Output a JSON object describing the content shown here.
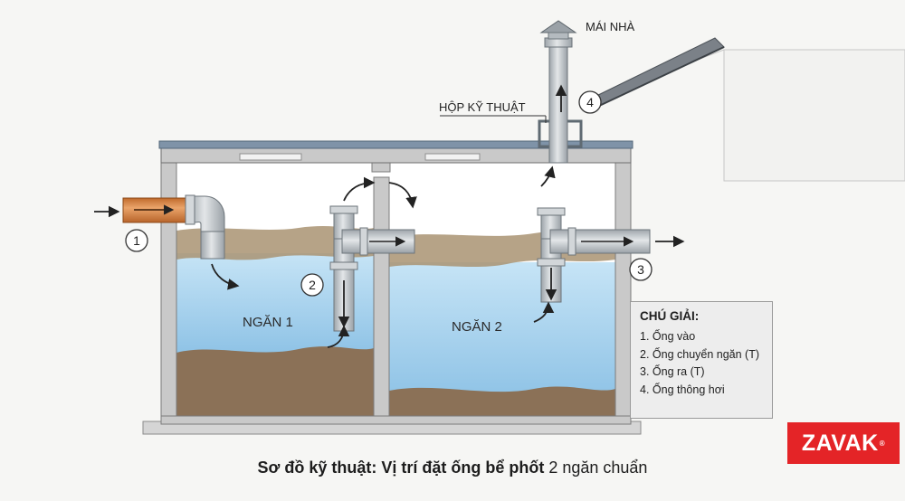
{
  "labels": {
    "roof": "MÁI NHÀ",
    "tech_box": "HỘP KỸ THUẬT",
    "chamber1": "NGĂN 1",
    "chamber2": "NGĂN 2",
    "n1": "1",
    "n2": "2",
    "n3": "3",
    "n4": "4"
  },
  "legend": {
    "title": "CHÚ GIẢI:",
    "items": [
      "1. Ống vào",
      "2. Ống chuyển ngăn (T)",
      "3. Ống ra (T)",
      "4. Ống thông hơi"
    ]
  },
  "caption": {
    "bold": "Sơ đồ kỹ thuật: Vị trí đặt ống bể phốt",
    "rest": " 2 ngăn chuẩn"
  },
  "brand": {
    "name": "ZAVAK",
    "mark": "®"
  },
  "colors": {
    "water": "#a9d4ee",
    "sludge": "#8b7157",
    "scum": "#a99372",
    "concrete": "#c9c9c9",
    "pipe": "#bfc4c8",
    "inlet_pipe": "#d88a4a",
    "brand_red": "#e42427"
  }
}
